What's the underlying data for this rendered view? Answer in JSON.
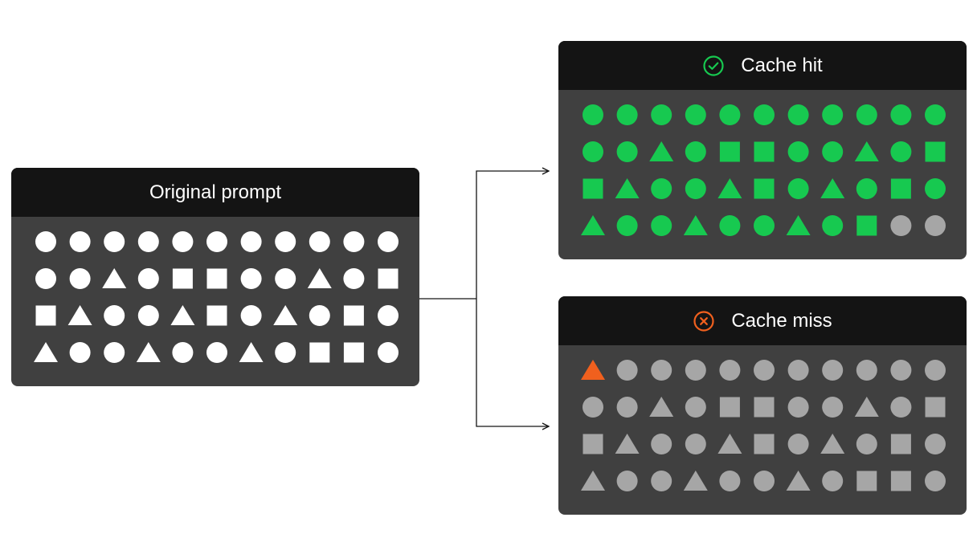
{
  "panels": {
    "original": {
      "title": "Original prompt",
      "shape_color": "#ffffff"
    },
    "hit": {
      "title": "Cache hit",
      "icon": "check-circle-icon",
      "status_color": "#17c950",
      "shape_color": "#17c950",
      "unmatched_color": "#a6a6a6",
      "matched_count": 42
    },
    "miss": {
      "title": "Cache miss",
      "icon": "x-circle-icon",
      "status_color": "#f0601e",
      "shape_color": "#a6a6a6",
      "mismatch_color": "#f0601e",
      "mismatch_index": 0
    }
  },
  "original_sequence": [
    [
      "circle",
      "circle",
      "circle",
      "circle",
      "circle",
      "circle",
      "circle",
      "circle",
      "circle",
      "circle",
      "circle"
    ],
    [
      "circle",
      "circle",
      "triangle",
      "circle",
      "square",
      "square",
      "circle",
      "circle",
      "triangle",
      "circle",
      "square"
    ],
    [
      "square",
      "triangle",
      "circle",
      "circle",
      "triangle",
      "square",
      "circle",
      "triangle",
      "circle",
      "square",
      "circle"
    ],
    [
      "triangle",
      "circle",
      "circle",
      "triangle",
      "circle",
      "circle",
      "triangle",
      "circle",
      "square",
      "square",
      "circle"
    ]
  ],
  "hit_sequence": [
    [
      "circle",
      "circle",
      "circle",
      "circle",
      "circle",
      "circle",
      "circle",
      "circle",
      "circle",
      "circle",
      "circle"
    ],
    [
      "circle",
      "circle",
      "triangle",
      "circle",
      "square",
      "square",
      "circle",
      "circle",
      "triangle",
      "circle",
      "square"
    ],
    [
      "square",
      "triangle",
      "circle",
      "circle",
      "triangle",
      "square",
      "circle",
      "triangle",
      "circle",
      "square",
      "circle"
    ],
    [
      "triangle",
      "circle",
      "circle",
      "triangle",
      "circle",
      "circle",
      "triangle",
      "circle",
      "square",
      "circle",
      "circle"
    ]
  ],
  "miss_sequence": [
    [
      "triangle",
      "circle",
      "circle",
      "circle",
      "circle",
      "circle",
      "circle",
      "circle",
      "circle",
      "circle",
      "circle"
    ],
    [
      "circle",
      "circle",
      "triangle",
      "circle",
      "square",
      "square",
      "circle",
      "circle",
      "triangle",
      "circle",
      "square"
    ],
    [
      "square",
      "triangle",
      "circle",
      "circle",
      "triangle",
      "square",
      "circle",
      "triangle",
      "circle",
      "square",
      "circle"
    ],
    [
      "triangle",
      "circle",
      "circle",
      "triangle",
      "circle",
      "circle",
      "triangle",
      "circle",
      "square",
      "square",
      "circle"
    ]
  ],
  "connector": {
    "color": "#141414"
  }
}
